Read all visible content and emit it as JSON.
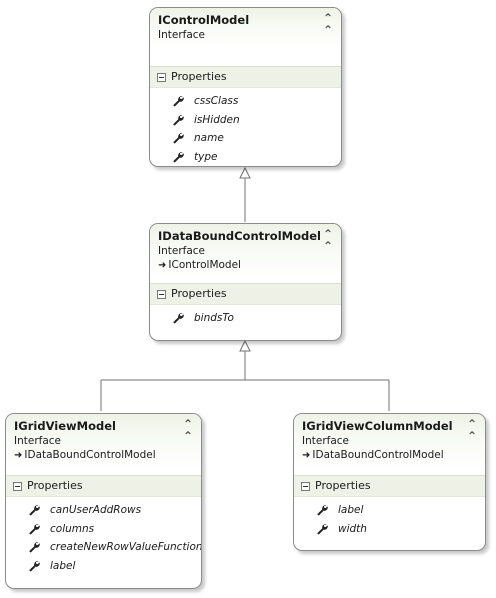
{
  "cards": {
    "icontrol": {
      "title": "IControlModel",
      "kind": "Interface",
      "section": "Properties",
      "properties": [
        "cssClass",
        "isHidden",
        "name",
        "type"
      ]
    },
    "idatabound": {
      "title": "IDataBoundControlModel",
      "kind": "Interface",
      "parent": "IControlModel",
      "section": "Properties",
      "properties": [
        "bindsTo"
      ]
    },
    "igridview": {
      "title": "IGridViewModel",
      "kind": "Interface",
      "parent": "IDataBoundControlModel",
      "section": "Properties",
      "properties": [
        "canUserAddRows",
        "columns",
        "createNewRowValueFunction",
        "label"
      ]
    },
    "igridcolumn": {
      "title": "IGridViewColumnModel",
      "kind": "Interface",
      "parent": "IDataBoundControlModel",
      "section": "Properties",
      "properties": [
        "label",
        "width"
      ]
    }
  },
  "icons": {
    "collapse": "double-chevron-up-icon",
    "property": "wrench-icon",
    "inherits": "arrow-right-icon",
    "section_toggle": "minus-box-icon"
  },
  "colors": {
    "header_tint": "#eef2e6",
    "border": "#8c8c8c",
    "connector": "#707070"
  }
}
